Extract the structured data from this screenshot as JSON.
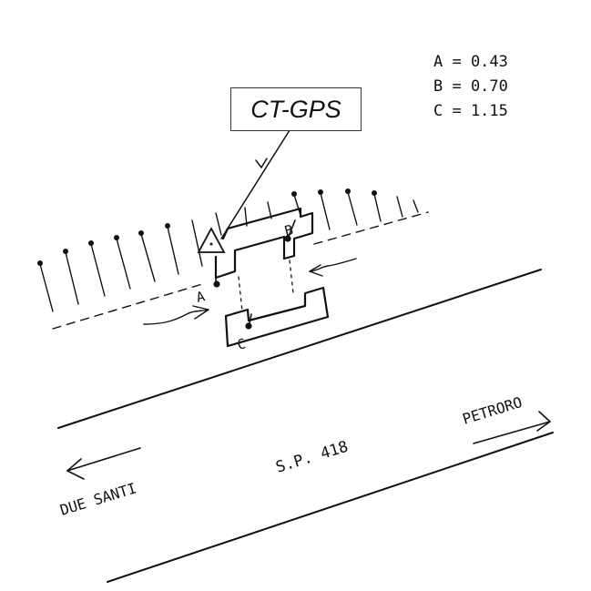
{
  "legend": [
    {
      "label": "A",
      "text": "A = 0.43"
    },
    {
      "label": "B",
      "text": "B = 0.70"
    },
    {
      "label": "C",
      "text": "C = 1.15"
    }
  ],
  "station": {
    "label": "CT-GPS"
  },
  "points": {
    "a": "A",
    "b": "B",
    "c": "C"
  },
  "road": {
    "name": "S.P. 418",
    "left_destination": "DUE SANTI",
    "right_destination": "PETRORO"
  }
}
